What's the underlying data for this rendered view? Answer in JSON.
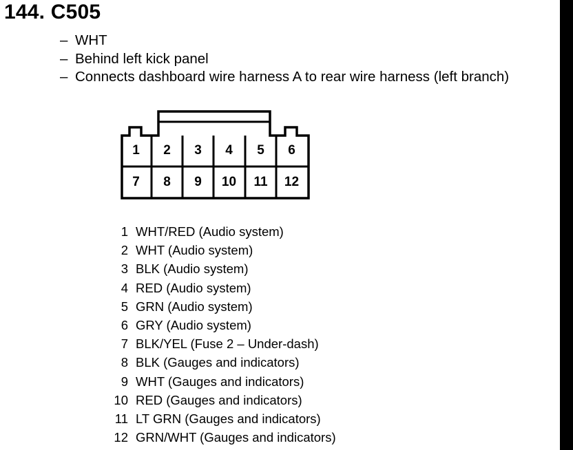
{
  "title": "144. C505",
  "info": [
    "WHT",
    "Behind left kick panel",
    "Connects dashboard wire harness A to rear wire harness (left branch)"
  ],
  "info_dash": "–",
  "connector": {
    "row1": [
      "1",
      "2",
      "3",
      "4",
      "5",
      "6"
    ],
    "row2": [
      "7",
      "8",
      "9",
      "10",
      "11",
      "12"
    ]
  },
  "pins": [
    {
      "num": "1",
      "desc": "WHT/RED (Audio system)"
    },
    {
      "num": "2",
      "desc": "WHT (Audio system)"
    },
    {
      "num": "3",
      "desc": "BLK (Audio system)"
    },
    {
      "num": "4",
      "desc": "RED (Audio system)"
    },
    {
      "num": "5",
      "desc": "GRN (Audio system)"
    },
    {
      "num": "6",
      "desc": "GRY (Audio system)"
    },
    {
      "num": "7",
      "desc": "BLK/YEL (Fuse 2 – Under-dash)"
    },
    {
      "num": "8",
      "desc": "BLK (Gauges and indicators)"
    },
    {
      "num": "9",
      "desc": "WHT (Gauges and indicators)"
    },
    {
      "num": "10",
      "desc": "RED (Gauges and indicators)"
    },
    {
      "num": "11",
      "desc": "LT GRN (Gauges and indicators)"
    },
    {
      "num": "12",
      "desc": "GRN/WHT (Gauges and indicators)"
    }
  ]
}
